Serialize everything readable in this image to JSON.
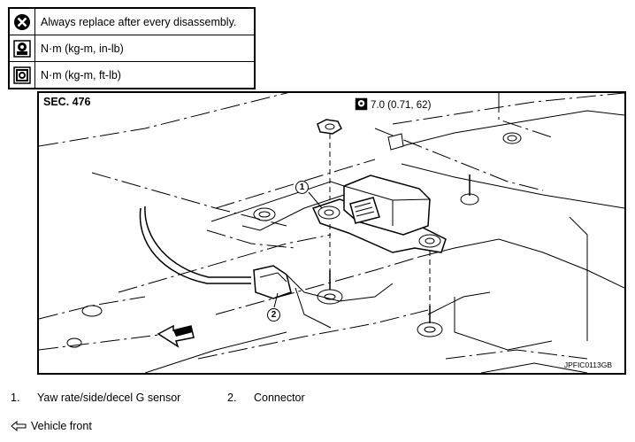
{
  "legend": [
    {
      "icon": "replace-after-disassembly-icon",
      "text": "Always replace after every disassembly."
    },
    {
      "icon": "torque-wrench-in-lb-icon",
      "text": "N·m (kg-m, in-lb)"
    },
    {
      "icon": "torque-wrench-ft-lb-icon",
      "text": "N·m (kg-m, ft-lb)"
    }
  ],
  "figure": {
    "section": "SEC. 476",
    "torque_spec": "7.0 (0.71, 62)",
    "figure_code": "JPFIC0113GB",
    "callouts": [
      "1",
      "2"
    ]
  },
  "parts": [
    {
      "number": "1.",
      "name": "Yaw rate/side/decel G sensor"
    },
    {
      "number": "2.",
      "name": "Connector"
    }
  ],
  "front_note": "Vehicle front"
}
